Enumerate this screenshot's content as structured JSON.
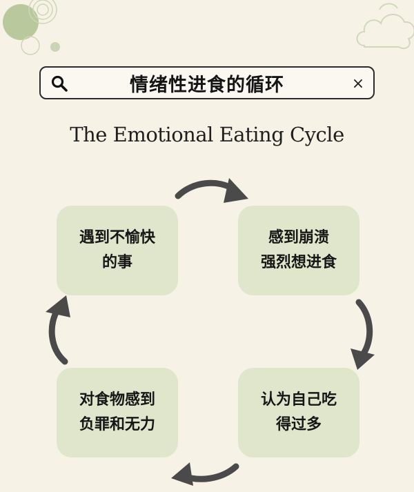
{
  "search": {
    "query": "情绪性进食的循环",
    "icon": "search-icon",
    "close_icon": "close-icon",
    "close_glyph": "×"
  },
  "subtitle": "The Emotional Eating Cycle",
  "cycle": {
    "steps": [
      {
        "line1": "遇到不愉快",
        "line2": "的事"
      },
      {
        "line1": "感到崩溃",
        "line2": "强烈想进食"
      },
      {
        "line1": "认为自己吃",
        "line2": "得过多"
      },
      {
        "line1": "对食物感到",
        "line2": "负罪和无力"
      }
    ]
  },
  "colors": {
    "background": "#f7f2e6",
    "box_fill": "#dfe6cc",
    "arrow": "#4a4a4a",
    "circle_accent": "#b9c99d"
  }
}
